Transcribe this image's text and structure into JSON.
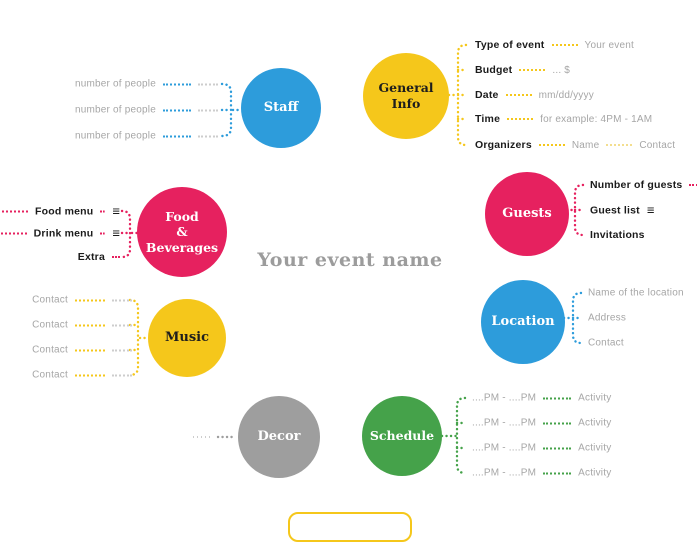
{
  "center_title": "Your event name",
  "colors": {
    "blue": "#2D9CDB",
    "yellow": "#F5C71B",
    "pink": "#E6215F",
    "green": "#45A24A",
    "gray_circle": "#9E9E9E",
    "gray_text": "#A6A6A6",
    "dark_text": "#1B1B1B"
  },
  "icons": {
    "list": "≡"
  },
  "nodes": {
    "staff": {
      "label": "Staff",
      "items": [
        {
          "label": "number of people"
        },
        {
          "label": "number of people"
        },
        {
          "label": "number of people"
        }
      ]
    },
    "general_info": {
      "label_lines": [
        "General",
        "Info"
      ],
      "items": [
        {
          "label": "Type of event",
          "value": "Your event"
        },
        {
          "label": "Budget",
          "value": "... $"
        },
        {
          "label": "Date",
          "value": "mm/dd/yyyy"
        },
        {
          "label": "Time",
          "value": "for example: 4PM - 1AM"
        },
        {
          "label": "Organizers",
          "value": "Name",
          "value2": "Contact"
        }
      ]
    },
    "food_beverages": {
      "label_lines": [
        "Food",
        "&",
        "Beverages"
      ],
      "items": [
        {
          "outer": "menu",
          "label": "Food menu"
        },
        {
          "outer": "menu",
          "label": "Drink menu"
        },
        {
          "label": "Extra"
        }
      ]
    },
    "guests": {
      "label": "Guests",
      "items": [
        {
          "label": "Number of guests"
        },
        {
          "label": "Guest list"
        },
        {
          "label": "Invitations"
        }
      ]
    },
    "music": {
      "label": "Music",
      "items": [
        {
          "label": "Contact"
        },
        {
          "label": "Contact"
        },
        {
          "label": "Contact"
        },
        {
          "label": "Contact"
        }
      ]
    },
    "location": {
      "label": "Location",
      "items": [
        {
          "label": "Name of the location"
        },
        {
          "label": "Address"
        },
        {
          "label": "Contact"
        }
      ]
    },
    "decor": {
      "label": "Decor"
    },
    "schedule": {
      "label": "Schedule",
      "items": [
        {
          "label": "....PM - ....PM",
          "value": "Activity"
        },
        {
          "label": "....PM - ....PM",
          "value": "Activity"
        },
        {
          "label": "....PM - ....PM",
          "value": "Activity"
        },
        {
          "label": "....PM - ....PM",
          "value": "Activity"
        }
      ]
    }
  }
}
